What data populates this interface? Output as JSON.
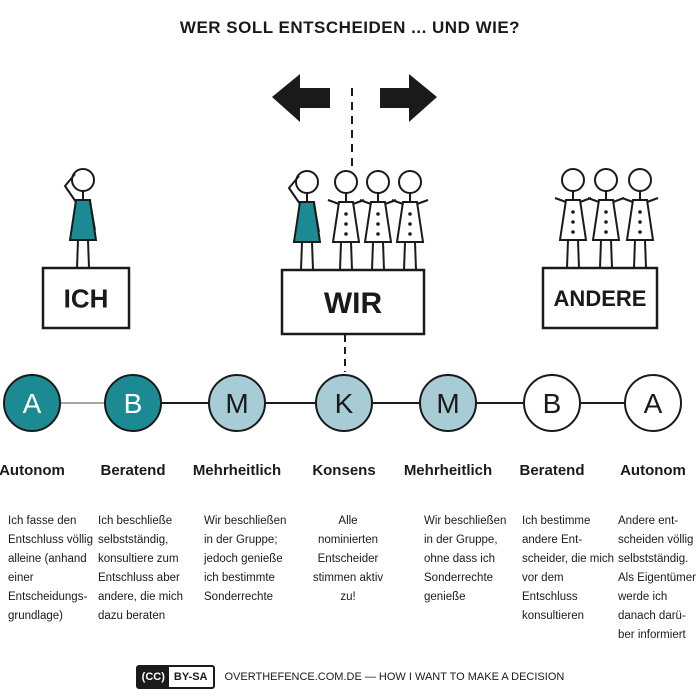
{
  "title": "WER SOLL ENTSCHEIDEN ... UND WIE?",
  "boxes": [
    "ICH",
    "WIR",
    "ANDERE"
  ],
  "colors": {
    "teal": "#1b8a93",
    "light_teal": "#a8ccd6",
    "white": "#ffffff",
    "ink": "#1a1a1a"
  },
  "circles": [
    {
      "letter": "A",
      "fill": "teal"
    },
    {
      "letter": "B",
      "fill": "teal"
    },
    {
      "letter": "M",
      "fill": "light_teal"
    },
    {
      "letter": "K",
      "fill": "light_teal"
    },
    {
      "letter": "M",
      "fill": "light_teal"
    },
    {
      "letter": "B",
      "fill": "white"
    },
    {
      "letter": "A",
      "fill": "white"
    }
  ],
  "columns": [
    {
      "label": "Autonom",
      "desc": "Ich fasse den Entschluss völlig alleine (anhand einer Entscheidungs-grundlage)"
    },
    {
      "label": "Beratend",
      "desc": "Ich beschließe selbstständig, konsultiere zum Entschluss aber andere, die mich dazu beraten"
    },
    {
      "label": "Mehrheitlich",
      "desc": "Wir beschließen in der Gruppe; jedoch genieße ich bestimmte Sonderrechte"
    },
    {
      "label": "Konsens",
      "desc": "Alle nominierten Entscheider stimmen aktiv zu!"
    },
    {
      "label": "Mehrheitlich",
      "desc": "Wir beschließen in der Gruppe, ohne dass ich Sonderrechte genieße"
    },
    {
      "label": "Beratend",
      "desc": "Ich bestimme andere Ent-scheider, die mich vor dem Entschluss konsultieren"
    },
    {
      "label": "Autonom",
      "desc": "Andere ent-scheiden völlig selbstständig. Als Eigentümer werde ich danach darü-ber informiert"
    }
  ],
  "footer": {
    "badge_cc": "(CC)",
    "badge_by": "BY-SA",
    "text": "OVERTHEFENCE.COM.DE — HOW I WANT TO MAKE A DECISION"
  }
}
